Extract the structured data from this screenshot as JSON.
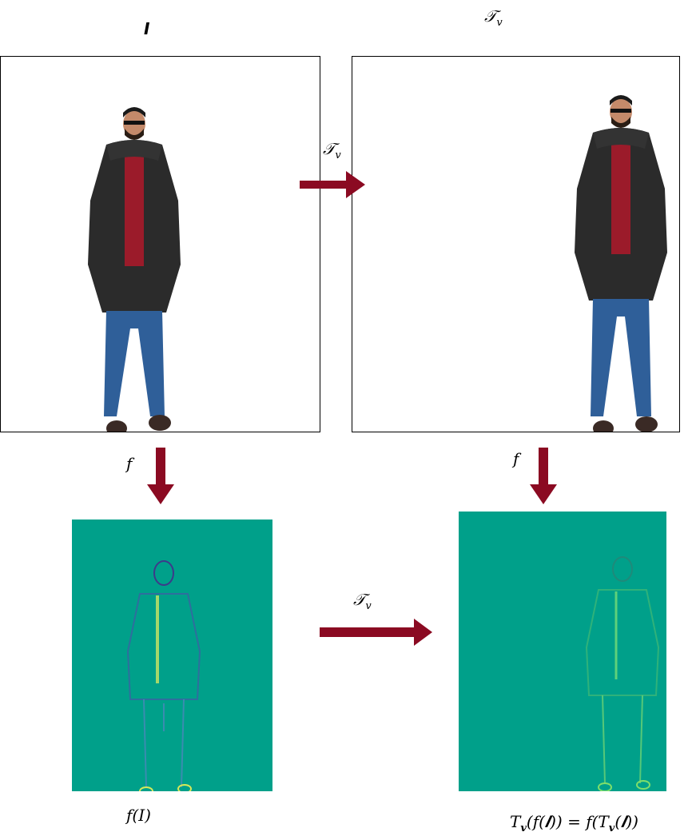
{
  "labels": {
    "input_image": "I",
    "transform_top": "𝒯",
    "transform_top_sub": "v",
    "transform_arrow_top": "𝒯",
    "transform_arrow_top_sub": "v",
    "f_left": "f",
    "f_right": "f",
    "transform_arrow_bottom": "𝒯",
    "transform_arrow_bottom_sub": "v",
    "feature_left_caption": "f(I)",
    "feature_right_caption_lhs": "T",
    "feature_right_caption": "(f(𝑰)) = f(T",
    "feature_right_caption_end": "(𝑰))",
    "v_sub": "𝒗"
  },
  "colors": {
    "arrow": "#8b0a22",
    "feature_bg": "#00a08a",
    "jacket": "#2b2b2b",
    "shirt": "#9b1b2a",
    "jeans": "#2f5f99"
  }
}
